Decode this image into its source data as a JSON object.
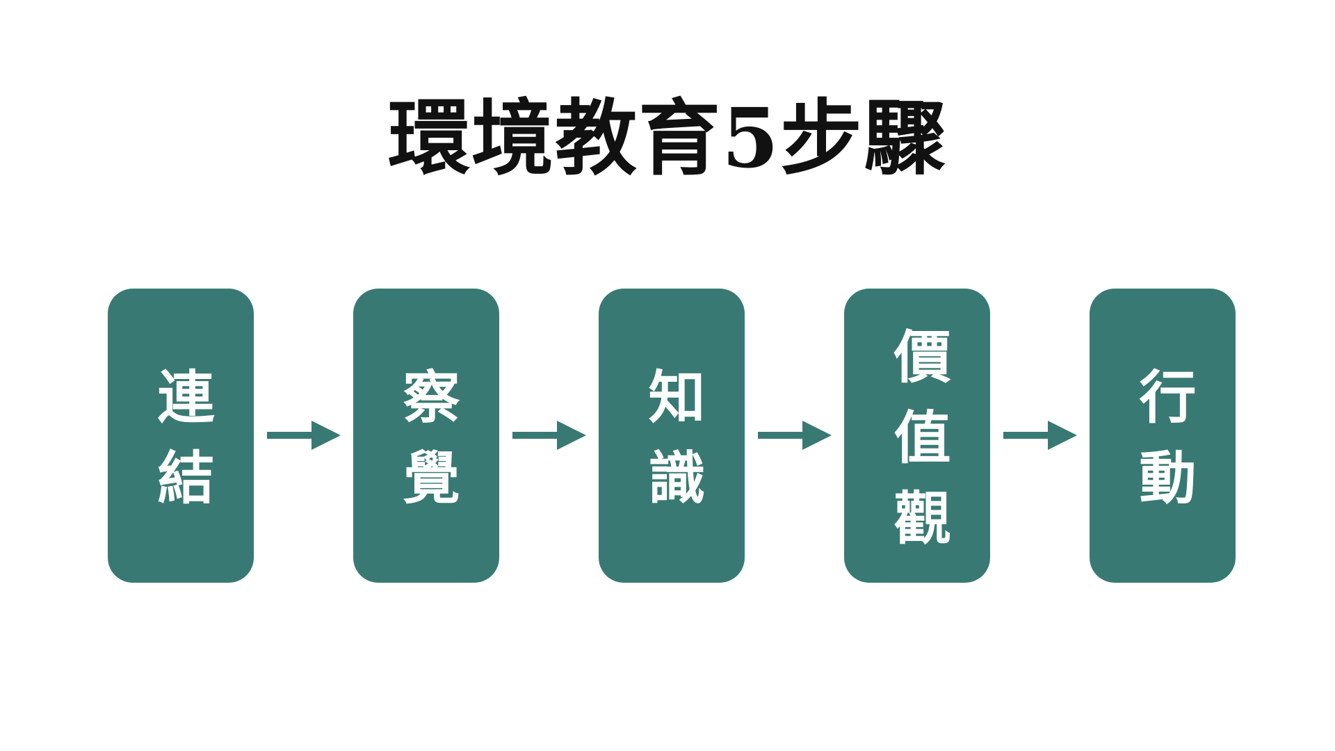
{
  "title": "環境教育5步驟",
  "colors": {
    "box": "#387A73",
    "arrow": "#387A73",
    "title": "#111111",
    "background": "#ffffff"
  },
  "steps": [
    {
      "label": "連結"
    },
    {
      "label": "察覺"
    },
    {
      "label": "知識"
    },
    {
      "label": "價值觀"
    },
    {
      "label": "行動"
    }
  ],
  "connector_icon": "right-arrow-icon"
}
